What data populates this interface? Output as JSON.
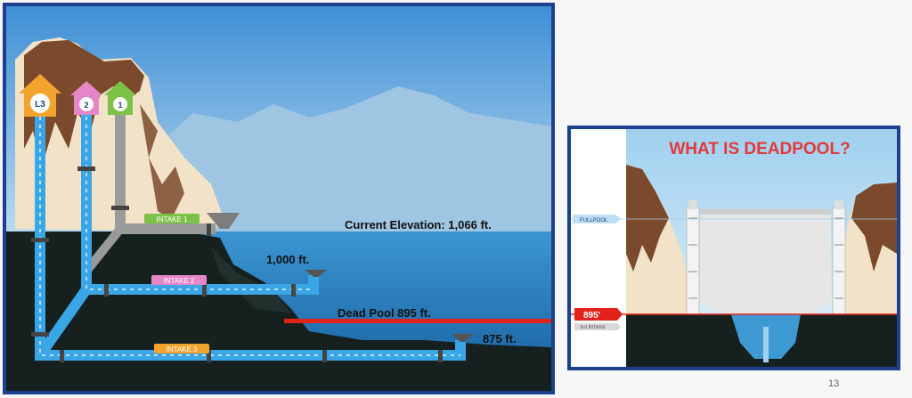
{
  "left_diagram": {
    "house_labels": [
      "L3",
      "2",
      "1"
    ],
    "intakes": [
      "INTAKE 1",
      "INTAKE 2",
      "INTAKE 3"
    ],
    "current_elevation": "Current Elevation: 1,066 ft.",
    "level_1000": "1,000 ft.",
    "dead_pool": "Dead Pool 895 ft.",
    "level_875": "875 ft."
  },
  "right_diagram": {
    "title": "WHAT IS DEADPOOL?",
    "full_pool": "FULLPOOL",
    "elevation_895": "895'",
    "third_intake": "3rd INTAKE"
  },
  "slide": {
    "page_number": "13"
  },
  "colors": {
    "pipe": "#3aa6e6",
    "pipe_gray": "#9a9a9a",
    "water": "#2f83c4",
    "ground": "#16211f",
    "dead_pool_line": "#e2231a",
    "frame": "#1c3f8f",
    "title_red": "#e23a3a"
  },
  "icons": [
    "house-icon-l3",
    "house-icon-2",
    "house-icon-1"
  ]
}
